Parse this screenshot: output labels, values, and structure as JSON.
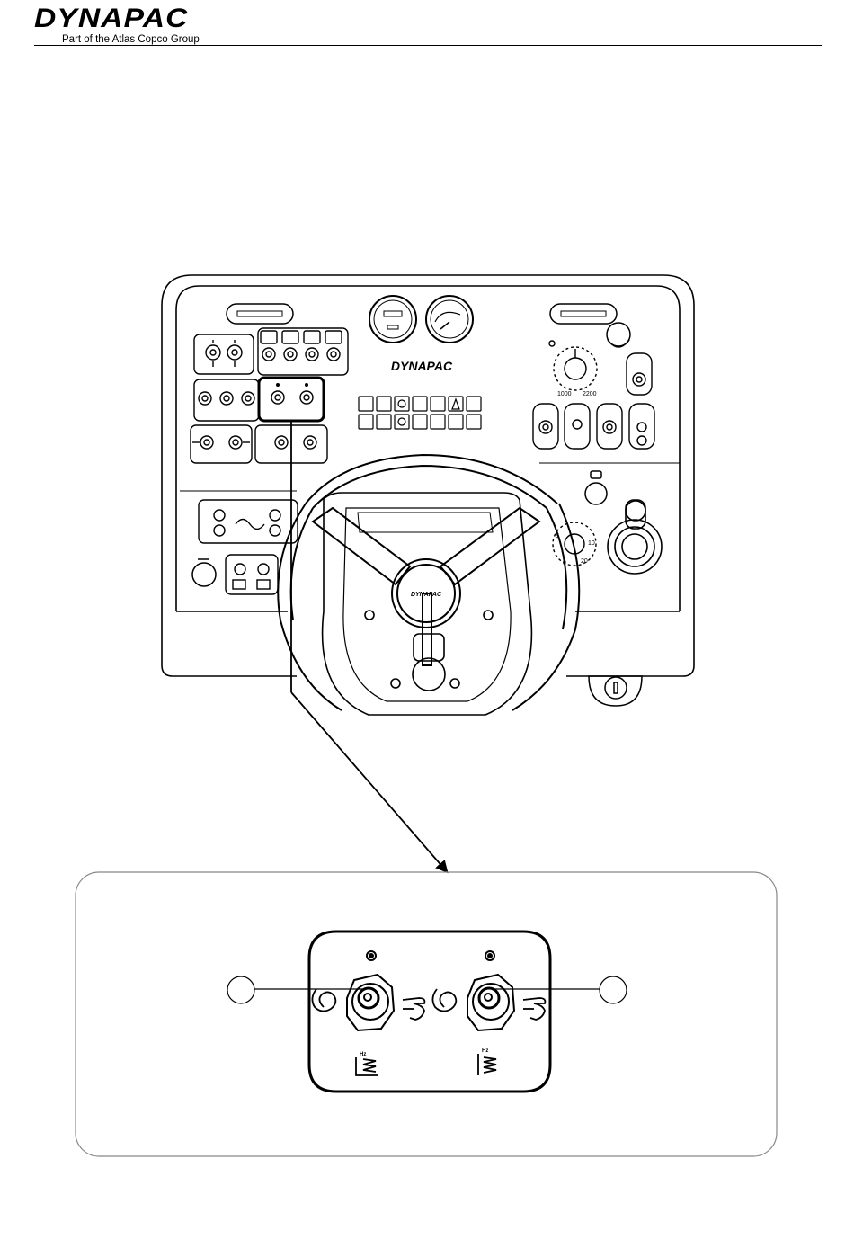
{
  "header": {
    "brand": "DYNAPAC",
    "tagline": "Part of the Atlas Copco Group"
  },
  "panel": {
    "brand": "DYNAPAC",
    "hub_brand": "DYNAPAC",
    "dial_left": "1000",
    "dial_right": "2200",
    "vib_dial_labels": [
      "5",
      "10",
      "0",
      "20"
    ]
  },
  "detail": {
    "freq_label_left": "Hz",
    "freq_label_right": "Hz"
  },
  "colors": {
    "line": "#000000",
    "background": "#ffffff",
    "detail_border": "#888888"
  }
}
